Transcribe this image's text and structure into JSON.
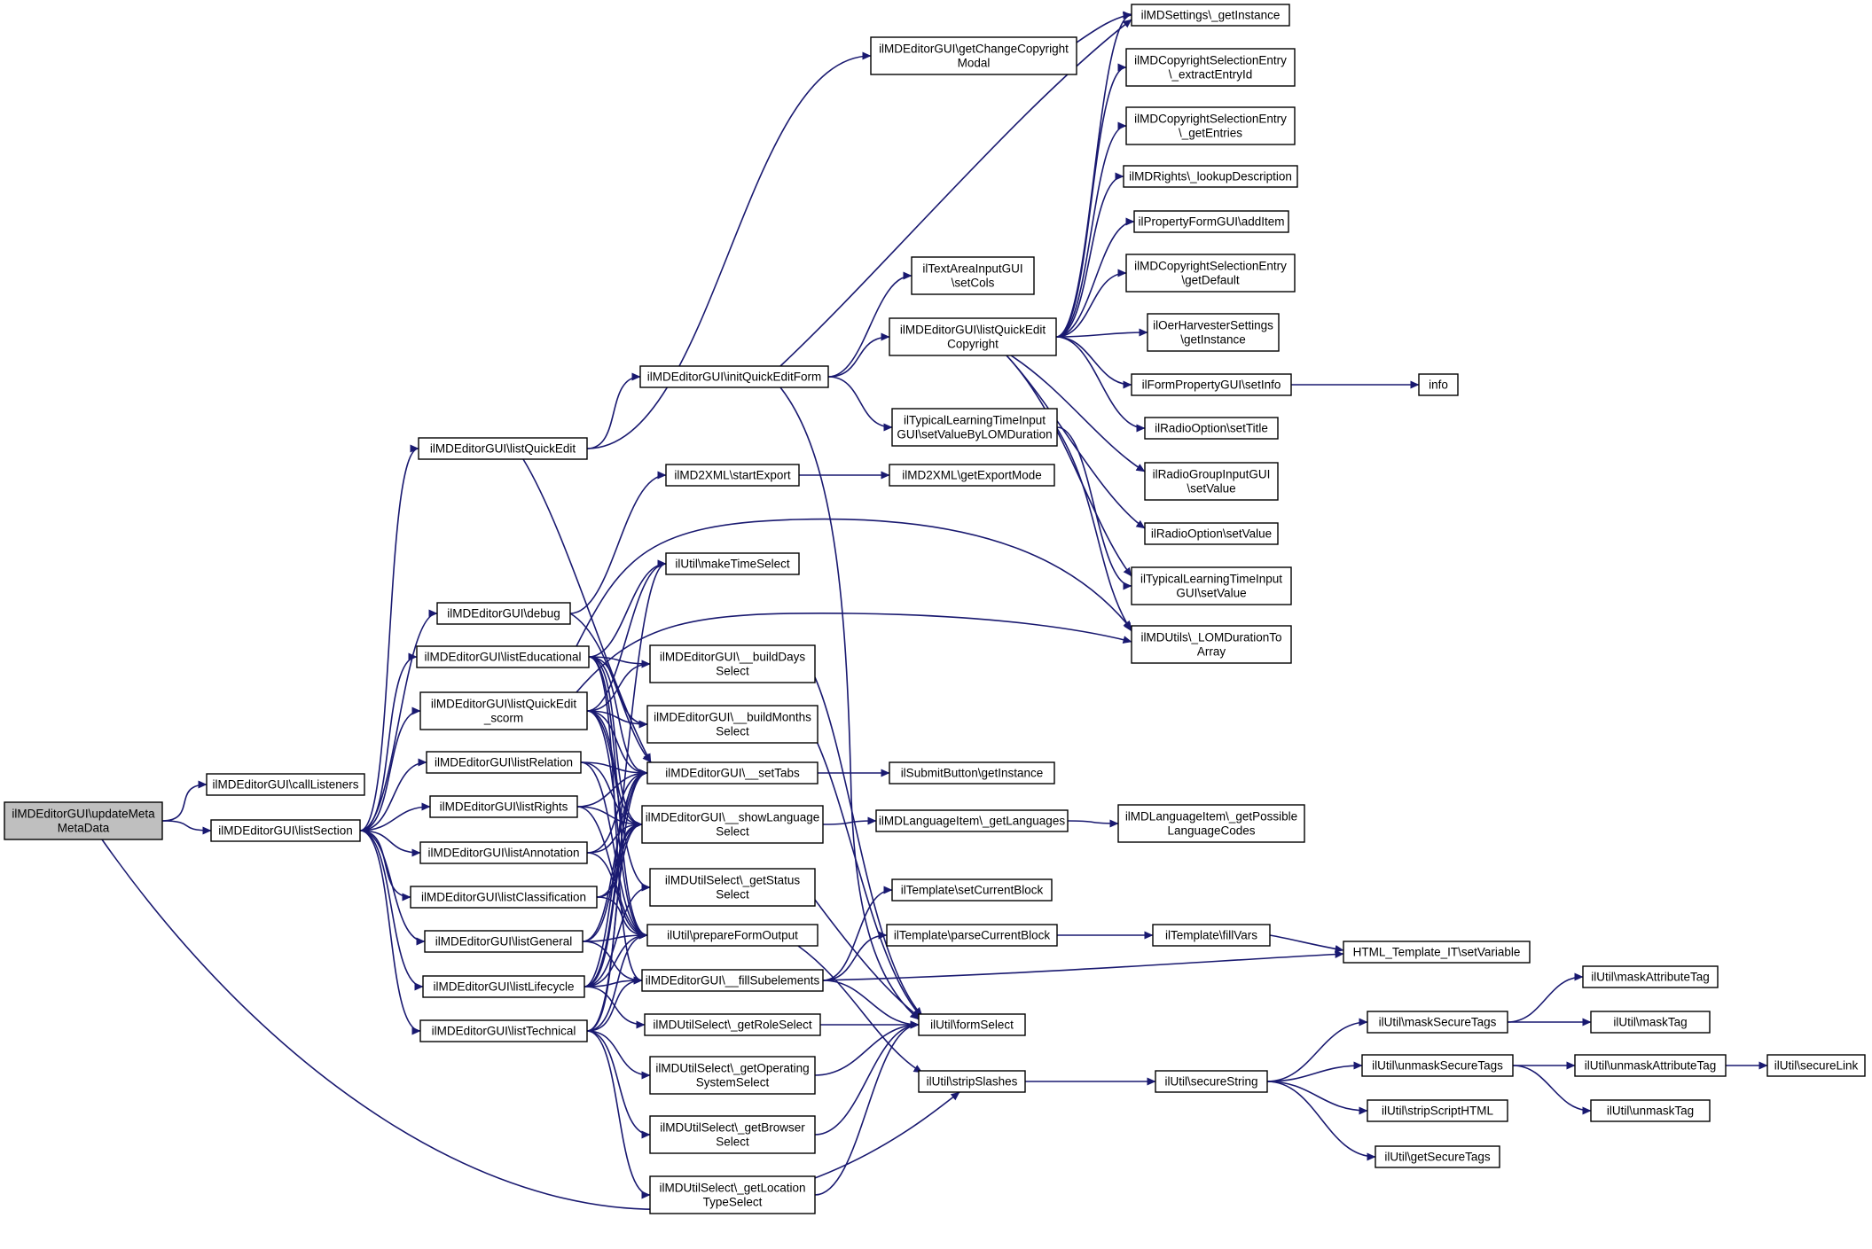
{
  "diagram": {
    "type": "call-graph",
    "colors": {
      "edge": "#191970",
      "node_fill": "#ffffff",
      "root_fill": "#bfbfbf",
      "border": "#000000"
    },
    "nodes": [
      {
        "id": "updateMeta",
        "label": [
          "ilMDEditorGUI\\updateMeta",
          "MetaData"
        ],
        "root": true
      },
      {
        "id": "callListeners",
        "label": [
          "ilMDEditorGUI\\callListeners"
        ]
      },
      {
        "id": "listSection",
        "label": [
          "ilMDEditorGUI\\listSection"
        ]
      },
      {
        "id": "listQuickEdit",
        "label": [
          "ilMDEditorGUI\\listQuickEdit"
        ]
      },
      {
        "id": "debug",
        "label": [
          "ilMDEditorGUI\\debug"
        ]
      },
      {
        "id": "listEducational",
        "label": [
          "ilMDEditorGUI\\listEducational"
        ]
      },
      {
        "id": "listQuickEditScorm",
        "label": [
          "ilMDEditorGUI\\listQuickEdit",
          "_scorm"
        ]
      },
      {
        "id": "listRelation",
        "label": [
          "ilMDEditorGUI\\listRelation"
        ]
      },
      {
        "id": "listRights",
        "label": [
          "ilMDEditorGUI\\listRights"
        ]
      },
      {
        "id": "listAnnotation",
        "label": [
          "ilMDEditorGUI\\listAnnotation"
        ]
      },
      {
        "id": "listClassification",
        "label": [
          "ilMDEditorGUI\\listClassification"
        ]
      },
      {
        "id": "listGeneral",
        "label": [
          "ilMDEditorGUI\\listGeneral"
        ]
      },
      {
        "id": "listLifecycle",
        "label": [
          "ilMDEditorGUI\\listLifecycle"
        ]
      },
      {
        "id": "listTechnical",
        "label": [
          "ilMDEditorGUI\\listTechnical"
        ]
      },
      {
        "id": "getChangeCopyright",
        "label": [
          "ilMDEditorGUI\\getChangeCopyright",
          "Modal"
        ]
      },
      {
        "id": "initQuickEditForm",
        "label": [
          "ilMDEditorGUI\\initQuickEditForm"
        ]
      },
      {
        "id": "startExport",
        "label": [
          "ilMD2XML\\startExport"
        ]
      },
      {
        "id": "makeTimeSelect",
        "label": [
          "ilUtil\\makeTimeSelect"
        ]
      },
      {
        "id": "buildDays",
        "label": [
          "ilMDEditorGUI\\__buildDays",
          "Select"
        ]
      },
      {
        "id": "buildMonths",
        "label": [
          "ilMDEditorGUI\\__buildMonths",
          "Select"
        ]
      },
      {
        "id": "setTabs",
        "label": [
          "ilMDEditorGUI\\__setTabs"
        ]
      },
      {
        "id": "showLanguage",
        "label": [
          "ilMDEditorGUI\\__showLanguage",
          "Select"
        ]
      },
      {
        "id": "getStatus",
        "label": [
          "ilMDUtilSelect\\_getStatus",
          "Select"
        ]
      },
      {
        "id": "prepareFormOutput",
        "label": [
          "ilUtil\\prepareFormOutput"
        ]
      },
      {
        "id": "fillSubelements",
        "label": [
          "ilMDEditorGUI\\__fillSubelements"
        ]
      },
      {
        "id": "getRoleSelect",
        "label": [
          "ilMDUtilSelect\\_getRoleSelect"
        ]
      },
      {
        "id": "getOperating",
        "label": [
          "ilMDUtilSelect\\_getOperating",
          "SystemSelect"
        ]
      },
      {
        "id": "getBrowser",
        "label": [
          "ilMDUtilSelect\\_getBrowser",
          "Select"
        ]
      },
      {
        "id": "getLocation",
        "label": [
          "ilMDUtilSelect\\_getLocation",
          "TypeSelect"
        ]
      },
      {
        "id": "textAreaSetCols",
        "label": [
          "ilTextAreaInputGUI",
          "\\setCols"
        ]
      },
      {
        "id": "listQuickEditCopyright",
        "label": [
          "ilMDEditorGUI\\listQuickEdit",
          "Copyright"
        ]
      },
      {
        "id": "typicalSetValueByLOM",
        "label": [
          "ilTypicalLearningTimeInput",
          "GUI\\setValueByLOMDuration"
        ]
      },
      {
        "id": "getExportMode",
        "label": [
          "ilMD2XML\\getExportMode"
        ]
      },
      {
        "id": "submitGetInstance",
        "label": [
          "ilSubmitButton\\getInstance"
        ]
      },
      {
        "id": "getLanguages",
        "label": [
          "ilMDLanguageItem\\_getLanguages"
        ]
      },
      {
        "id": "setCurrentBlock",
        "label": [
          "ilTemplate\\setCurrentBlock"
        ]
      },
      {
        "id": "parseCurrentBlock",
        "label": [
          "ilTemplate\\parseCurrentBlock"
        ]
      },
      {
        "id": "formSelect",
        "label": [
          "ilUtil\\formSelect"
        ]
      },
      {
        "id": "stripSlashes",
        "label": [
          "ilUtil\\stripSlashes"
        ]
      },
      {
        "id": "settingsGetInstance",
        "label": [
          "ilMDSettings\\_getInstance"
        ]
      },
      {
        "id": "extractEntryId",
        "label": [
          "ilMDCopyrightSelectionEntry",
          "\\_extractEntryId"
        ]
      },
      {
        "id": "getEntries",
        "label": [
          "ilMDCopyrightSelectionEntry",
          "\\_getEntries"
        ]
      },
      {
        "id": "lookupDescription",
        "label": [
          "ilMDRights\\_lookupDescription"
        ]
      },
      {
        "id": "addItem",
        "label": [
          "ilPropertyFormGUI\\addItem"
        ]
      },
      {
        "id": "getDefault",
        "label": [
          "ilMDCopyrightSelectionEntry",
          "\\getDefault"
        ]
      },
      {
        "id": "oerGetInstance",
        "label": [
          "ilOerHarvesterSettings",
          "\\getInstance"
        ]
      },
      {
        "id": "setInfo",
        "label": [
          "ilFormPropertyGUI\\setInfo"
        ]
      },
      {
        "id": "radioSetTitle",
        "label": [
          "ilRadioOption\\setTitle"
        ]
      },
      {
        "id": "radioGroupSetValue",
        "label": [
          "ilRadioGroupInputGUI",
          "\\setValue"
        ]
      },
      {
        "id": "radioSetValue",
        "label": [
          "ilRadioOption\\setValue"
        ]
      },
      {
        "id": "typicalSetValue",
        "label": [
          "ilTypicalLearningTimeInput",
          "GUI\\setValue"
        ]
      },
      {
        "id": "lomDurationToArray",
        "label": [
          "ilMDUtils\\_LOMDurationTo",
          "Array"
        ]
      },
      {
        "id": "getPossibleCodes",
        "label": [
          "ilMDLanguageItem\\_getPossible",
          "LanguageCodes"
        ]
      },
      {
        "id": "fillVars",
        "label": [
          "ilTemplate\\fillVars"
        ]
      },
      {
        "id": "htmlSetVariable",
        "label": [
          "HTML_Template_IT\\setVariable"
        ]
      },
      {
        "id": "secureString",
        "label": [
          "ilUtil\\secureString"
        ]
      },
      {
        "id": "info",
        "label": [
          "info"
        ]
      },
      {
        "id": "maskSecureTags",
        "label": [
          "ilUtil\\maskSecureTags"
        ]
      },
      {
        "id": "unmaskSecureTags",
        "label": [
          "ilUtil\\unmaskSecureTags"
        ]
      },
      {
        "id": "stripScriptHTML",
        "label": [
          "ilUtil\\stripScriptHTML"
        ]
      },
      {
        "id": "getSecureTags",
        "label": [
          "ilUtil\\getSecureTags"
        ]
      },
      {
        "id": "maskAttributeTag",
        "label": [
          "ilUtil\\maskAttributeTag"
        ]
      },
      {
        "id": "maskTag",
        "label": [
          "ilUtil\\maskTag"
        ]
      },
      {
        "id": "unmaskAttributeTag",
        "label": [
          "ilUtil\\unmaskAttributeTag"
        ]
      },
      {
        "id": "unmaskTag",
        "label": [
          "ilUtil\\unmaskTag"
        ]
      },
      {
        "id": "secureLink",
        "label": [
          "ilUtil\\secureLink"
        ]
      }
    ],
    "edges": [
      [
        "updateMeta",
        "callListeners"
      ],
      [
        "updateMeta",
        "listSection"
      ],
      [
        "updateMeta",
        "stripSlashes"
      ],
      [
        "listSection",
        "listQuickEdit"
      ],
      [
        "listSection",
        "debug"
      ],
      [
        "listSection",
        "listEducational"
      ],
      [
        "listSection",
        "listQuickEditScorm"
      ],
      [
        "listSection",
        "listRelation"
      ],
      [
        "listSection",
        "listRights"
      ],
      [
        "listSection",
        "listAnnotation"
      ],
      [
        "listSection",
        "listClassification"
      ],
      [
        "listSection",
        "listGeneral"
      ],
      [
        "listSection",
        "listLifecycle"
      ],
      [
        "listSection",
        "listTechnical"
      ],
      [
        "listQuickEdit",
        "getChangeCopyright"
      ],
      [
        "listQuickEdit",
        "initQuickEditForm"
      ],
      [
        "listQuickEdit",
        "setTabs"
      ],
      [
        "getChangeCopyright",
        "settingsGetInstance"
      ],
      [
        "initQuickEditForm",
        "settingsGetInstance"
      ],
      [
        "initQuickEditForm",
        "textAreaSetCols"
      ],
      [
        "initQuickEditForm",
        "listQuickEditCopyright"
      ],
      [
        "initQuickEditForm",
        "typicalSetValueByLOM"
      ],
      [
        "initQuickEditForm",
        "formSelect"
      ],
      [
        "listQuickEditCopyright",
        "settingsGetInstance"
      ],
      [
        "listQuickEditCopyright",
        "extractEntryId"
      ],
      [
        "listQuickEditCopyright",
        "getEntries"
      ],
      [
        "listQuickEditCopyright",
        "lookupDescription"
      ],
      [
        "listQuickEditCopyright",
        "addItem"
      ],
      [
        "listQuickEditCopyright",
        "getDefault"
      ],
      [
        "listQuickEditCopyright",
        "oerGetInstance"
      ],
      [
        "listQuickEditCopyright",
        "setInfo"
      ],
      [
        "listQuickEditCopyright",
        "radioSetTitle"
      ],
      [
        "listQuickEditCopyright",
        "radioGroupSetValue"
      ],
      [
        "listQuickEditCopyright",
        "radioSetValue"
      ],
      [
        "listQuickEditCopyright",
        "typicalSetValue"
      ],
      [
        "typicalSetValueByLOM",
        "lomDurationToArray"
      ],
      [
        "typicalSetValueByLOM",
        "typicalSetValue"
      ],
      [
        "setInfo",
        "info"
      ],
      [
        "debug",
        "startExport"
      ],
      [
        "debug",
        "setTabs"
      ],
      [
        "startExport",
        "getExportMode"
      ],
      [
        "listEducational",
        "lomDurationToArray"
      ],
      [
        "listEducational",
        "makeTimeSelect"
      ],
      [
        "listEducational",
        "buildDays"
      ],
      [
        "listEducational",
        "buildMonths"
      ],
      [
        "listEducational",
        "setTabs"
      ],
      [
        "listEducational",
        "showLanguage"
      ],
      [
        "listEducational",
        "prepareFormOutput"
      ],
      [
        "listEducational",
        "fillSubelements"
      ],
      [
        "listQuickEditScorm",
        "lomDurationToArray"
      ],
      [
        "listQuickEditScorm",
        "makeTimeSelect"
      ],
      [
        "listQuickEditScorm",
        "buildDays"
      ],
      [
        "listQuickEditScorm",
        "buildMonths"
      ],
      [
        "listQuickEditScorm",
        "setTabs"
      ],
      [
        "listQuickEditScorm",
        "showLanguage"
      ],
      [
        "listQuickEditScorm",
        "getStatus"
      ],
      [
        "listQuickEditScorm",
        "prepareFormOutput"
      ],
      [
        "listRelation",
        "setTabs"
      ],
      [
        "listRelation",
        "showLanguage"
      ],
      [
        "listRelation",
        "prepareFormOutput"
      ],
      [
        "listRights",
        "setTabs"
      ],
      [
        "listRights",
        "showLanguage"
      ],
      [
        "listRights",
        "prepareFormOutput"
      ],
      [
        "listAnnotation",
        "setTabs"
      ],
      [
        "listAnnotation",
        "showLanguage"
      ],
      [
        "listAnnotation",
        "prepareFormOutput"
      ],
      [
        "listClassification",
        "setTabs"
      ],
      [
        "listClassification",
        "showLanguage"
      ],
      [
        "listClassification",
        "prepareFormOutput"
      ],
      [
        "listGeneral",
        "setTabs"
      ],
      [
        "listGeneral",
        "showLanguage"
      ],
      [
        "listGeneral",
        "prepareFormOutput"
      ],
      [
        "listGeneral",
        "fillSubelements"
      ],
      [
        "listLifecycle",
        "makeTimeSelect"
      ],
      [
        "listLifecycle",
        "setTabs"
      ],
      [
        "listLifecycle",
        "showLanguage"
      ],
      [
        "listLifecycle",
        "getStatus"
      ],
      [
        "listLifecycle",
        "prepareFormOutput"
      ],
      [
        "listLifecycle",
        "fillSubelements"
      ],
      [
        "listLifecycle",
        "getRoleSelect"
      ],
      [
        "listTechnical",
        "setTabs"
      ],
      [
        "listTechnical",
        "showLanguage"
      ],
      [
        "listTechnical",
        "prepareFormOutput"
      ],
      [
        "listTechnical",
        "fillSubelements"
      ],
      [
        "listTechnical",
        "getOperating"
      ],
      [
        "listTechnical",
        "getBrowser"
      ],
      [
        "listTechnical",
        "getLocation"
      ],
      [
        "buildDays",
        "formSelect"
      ],
      [
        "buildMonths",
        "formSelect"
      ],
      [
        "setTabs",
        "submitGetInstance"
      ],
      [
        "showLanguage",
        "getLanguages"
      ],
      [
        "getLanguages",
        "getPossibleCodes"
      ],
      [
        "getStatus",
        "formSelect"
      ],
      [
        "prepareFormOutput",
        "stripSlashes"
      ],
      [
        "fillSubelements",
        "setCurrentBlock"
      ],
      [
        "fillSubelements",
        "parseCurrentBlock"
      ],
      [
        "fillSubelements",
        "htmlSetVariable"
      ],
      [
        "fillSubelements",
        "formSelect"
      ],
      [
        "getRoleSelect",
        "formSelect"
      ],
      [
        "getOperating",
        "formSelect"
      ],
      [
        "getBrowser",
        "formSelect"
      ],
      [
        "getLocation",
        "formSelect"
      ],
      [
        "parseCurrentBlock",
        "fillVars"
      ],
      [
        "fillVars",
        "htmlSetVariable"
      ],
      [
        "stripSlashes",
        "secureString"
      ],
      [
        "secureString",
        "maskSecureTags"
      ],
      [
        "secureString",
        "unmaskSecureTags"
      ],
      [
        "secureString",
        "stripScriptHTML"
      ],
      [
        "secureString",
        "getSecureTags"
      ],
      [
        "maskSecureTags",
        "maskAttributeTag"
      ],
      [
        "maskSecureTags",
        "maskTag"
      ],
      [
        "unmaskSecureTags",
        "unmaskAttributeTag"
      ],
      [
        "unmaskSecureTags",
        "unmaskTag"
      ],
      [
        "unmaskAttributeTag",
        "secureLink"
      ]
    ]
  }
}
